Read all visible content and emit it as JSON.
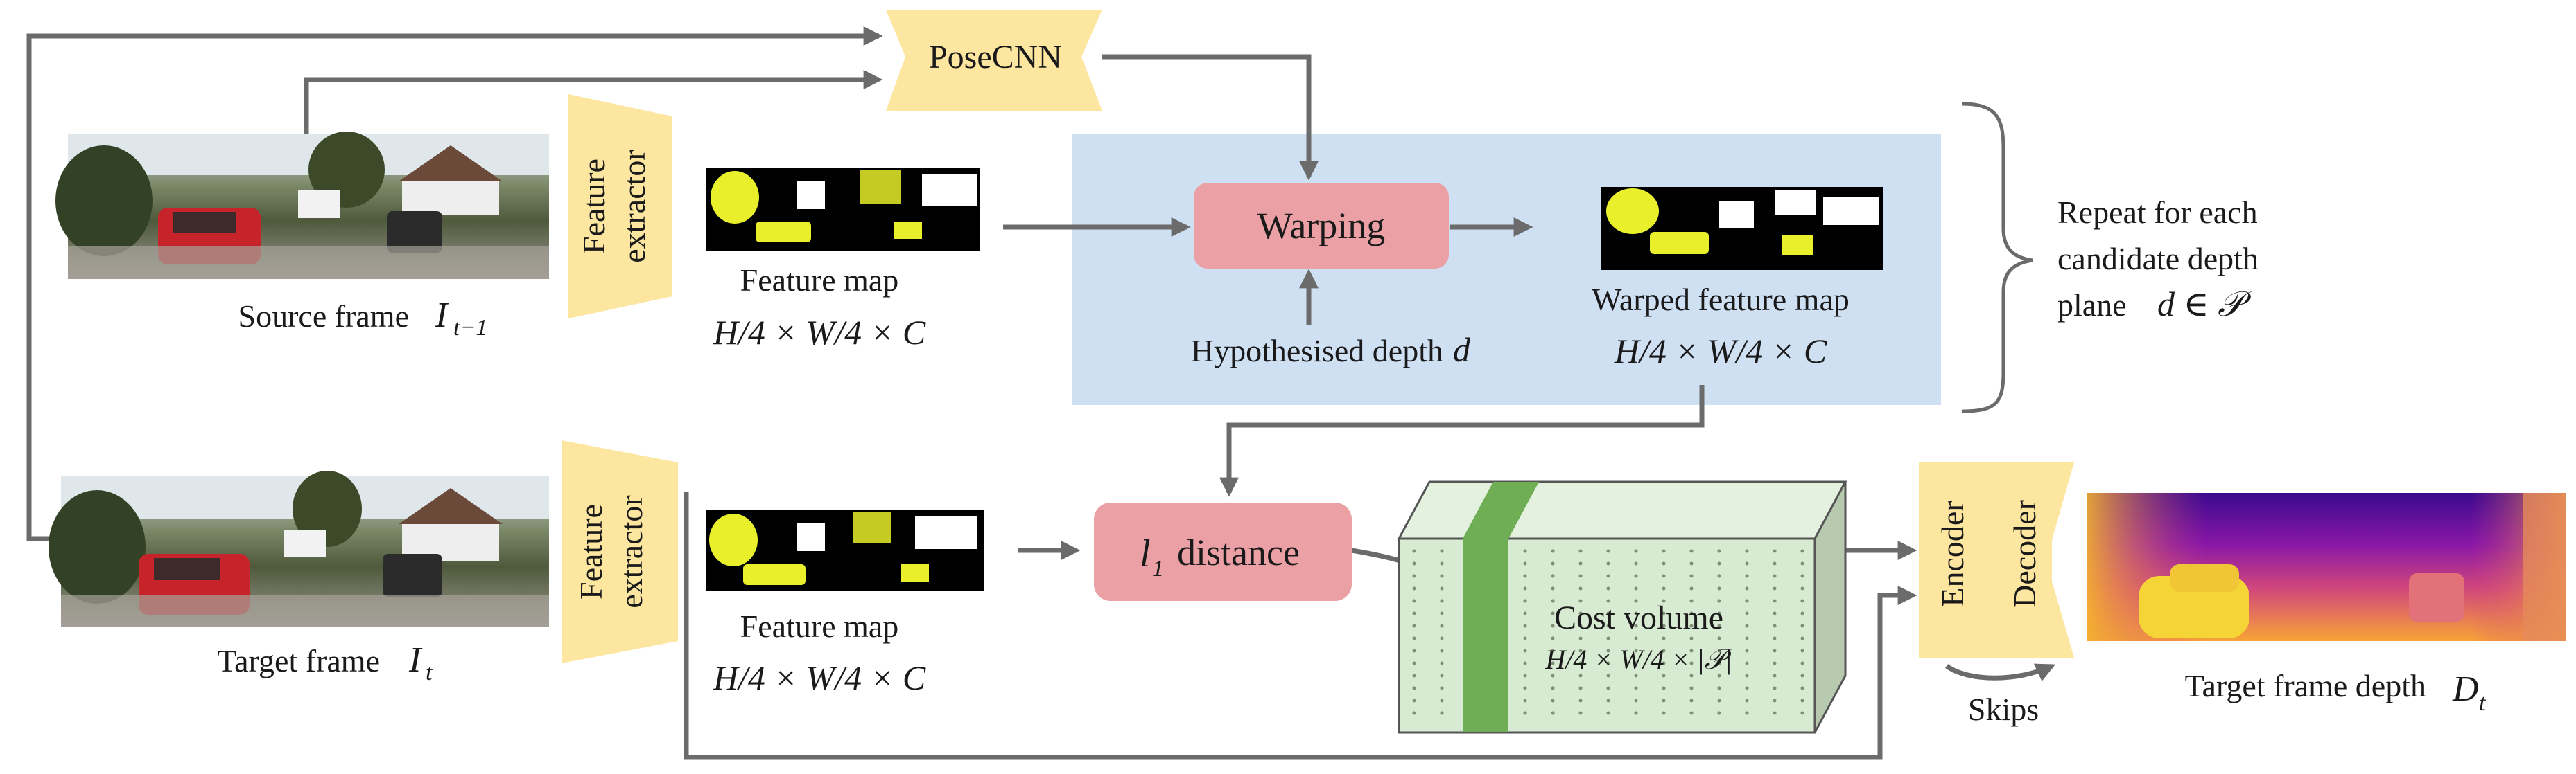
{
  "colors": {
    "arrow": "#6b6b6b",
    "extractor": "#fde6a0",
    "red_box": "#eaa0a4",
    "blue_region": "#cfe0f3",
    "cost_front": "#d7ead2",
    "cost_side": "#b7c9ae",
    "cost_top": "#e4f1df",
    "green_band": "#6fae55",
    "text": "#1a1a1a"
  },
  "top": {
    "posecnn": "PoseCNN",
    "extractor_1": "Feature",
    "extractor_2": "extractor",
    "source_caption": "Source frame",
    "source_symbol": "I",
    "source_sub": "t−1",
    "feature_map": "Feature map",
    "feature_dims": "H/4 × W/4 × C",
    "warping": "Warping",
    "hypothesised": "Hypothesised depth",
    "hyp_symbol": "d",
    "warped_map": "Warped feature map",
    "warped_dims": "H/4 × W/4 × C",
    "repeat_1": "Repeat for each",
    "repeat_2": "candidate depth",
    "repeat_3": "plane",
    "repeat_math": "d ∈ 𝒫"
  },
  "bottom": {
    "extractor_1": "Feature",
    "extractor_2": "extractor",
    "target_caption": "Target frame",
    "target_symbol": "I",
    "target_sub": "t",
    "feature_map": "Feature map",
    "feature_dims": "H/4 × W/4 × C",
    "l1_symbol": "l",
    "l1_sub": "1",
    "l1_text": "distance",
    "cost_volume": "Cost volume",
    "cost_dims": "H/4 × W/4 × |𝒫|",
    "encoder": "Encoder",
    "decoder": "Decoder",
    "skips": "Skips",
    "depth_caption": "Target frame depth",
    "depth_symbol": "D",
    "depth_sub": "t"
  }
}
